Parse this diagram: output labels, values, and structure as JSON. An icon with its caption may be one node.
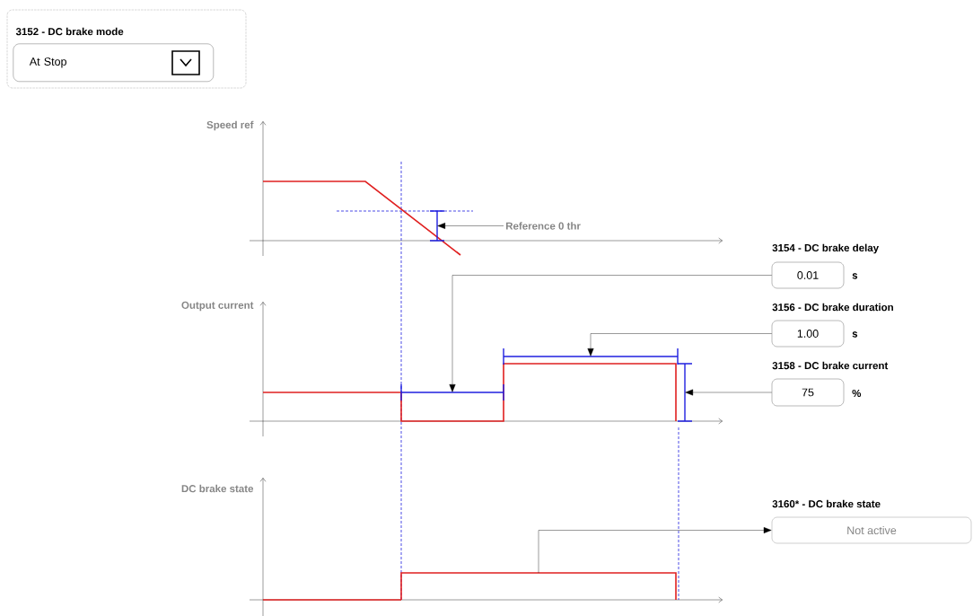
{
  "diagram": {
    "nodes": [
      {
        "text": [
          "3152 - DC brake mode"
        ]
      },
      {
        "text": [
          "At Stop"
        ],
        "in": 0
      },
      {
        "text": [
          "Reference 0 thr"
        ]
      },
      {
        "text": [],
        "shape": "bar"
      },
      {
        "text": [
          "3154 - DC brake delay",
          "0.01"
        ],
        "beside": [
          "s"
        ]
      },
      {
        "text": [],
        "shape": "bar"
      },
      {
        "text": [
          "3156 - DC brake duration",
          "1.00"
        ],
        "beside": [
          "s"
        ]
      },
      {
        "text": [],
        "shape": "bar"
      },
      {
        "text": [
          "3158 - DC brake current",
          "75"
        ],
        "beside": [
          "%"
        ]
      },
      {
        "text": [],
        "shape": "bar"
      },
      {
        "text": [],
        "shape": "bar"
      },
      {
        "text": [
          "3160* - DC brake state",
          "Not active"
        ]
      }
    ],
    "edges": [
      {
        "from": 2,
        "to": 3,
        "arrow": "to"
      },
      {
        "from": 4,
        "to": 5,
        "arrow": "to"
      },
      {
        "from": 6,
        "to": 7,
        "arrow": "to"
      },
      {
        "from": 8,
        "to": 9,
        "arrow": "to"
      },
      {
        "from": 10,
        "to": 11,
        "arrow": "to"
      }
    ],
    "labels": [
      "Speed ref",
      "Output current",
      "DC brake state"
    ]
  }
}
